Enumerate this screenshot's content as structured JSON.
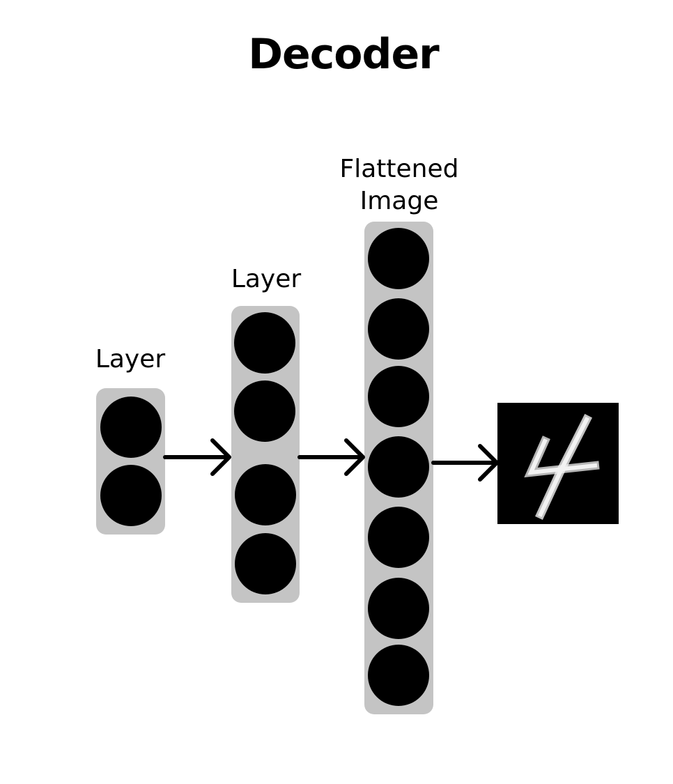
{
  "title": "Decoder",
  "layers": [
    {
      "label": "Layer",
      "nodes": 2
    },
    {
      "label": "Layer",
      "nodes": 4
    },
    {
      "label": "Flattened\nImage",
      "label_lines": [
        "Flattened",
        "Image"
      ],
      "nodes": 7
    }
  ],
  "output_image": {
    "description_icon": "handwritten-digit-4-image",
    "digit": "4"
  },
  "colors": {
    "background": "#ffffff",
    "column": "#c4c4c4",
    "node": "#000000",
    "arrow": "#000000",
    "image_bg": "#000000",
    "digit_stroke": "#f2f2f2"
  }
}
